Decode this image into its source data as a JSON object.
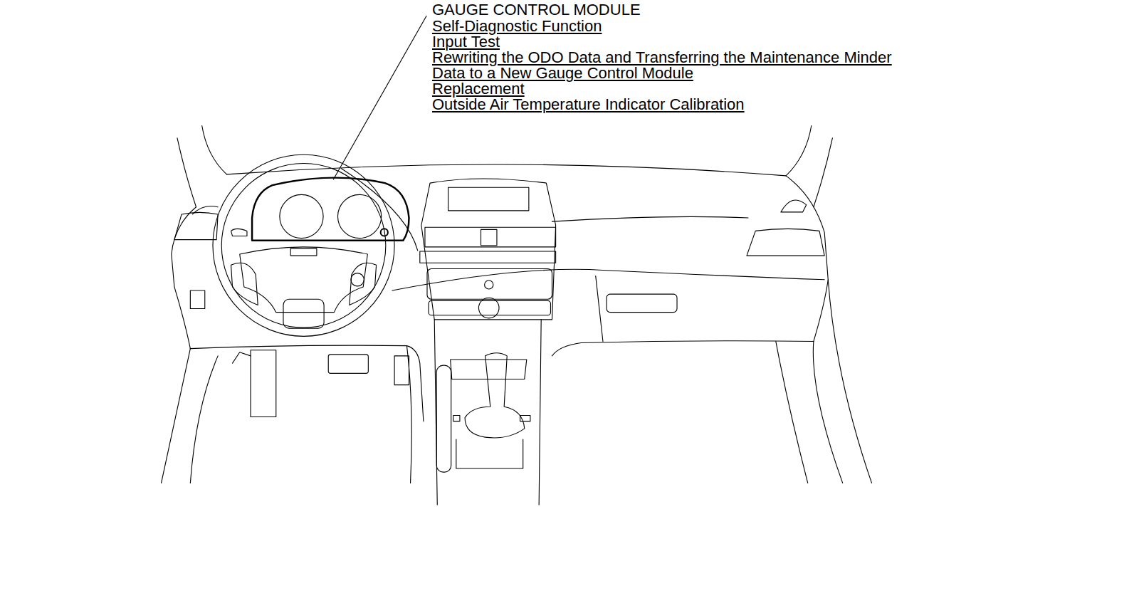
{
  "diagram": {
    "labels": [
      "GAUGE CONTROL MODULE",
      "Self-Diagnostic Function",
      "Input Test",
      "Rewriting the ODO Data and Transferring the Maintenance Minder Data to a New Gauge Control Module",
      "Replacement",
      "Outside Air Temperature Indicator Calibration"
    ]
  }
}
